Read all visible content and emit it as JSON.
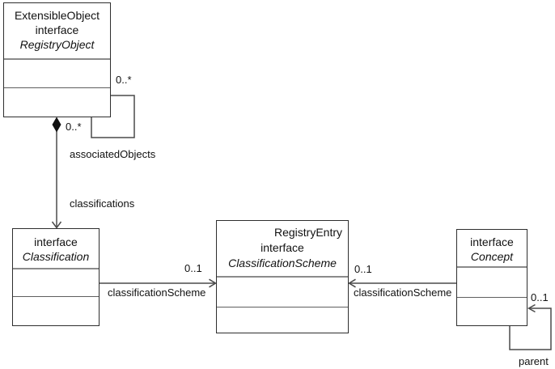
{
  "classes": {
    "registry_object": {
      "extends_label": "ExtensibleObject",
      "stereotype": "interface",
      "name": "RegistryObject"
    },
    "classification": {
      "stereotype": "interface",
      "name": "Classification"
    },
    "classification_scheme": {
      "extends_label": "RegistryEntry",
      "stereotype": "interface",
      "name": "ClassificationScheme"
    },
    "concept": {
      "stereotype": "interface",
      "name": "Concept"
    }
  },
  "labels": {
    "associated_objects": {
      "role": "associatedObjects",
      "mult_top": "0..*",
      "mult_bottom": "0..*"
    },
    "classifications": {
      "role": "classifications"
    },
    "classification_scheme_left": {
      "role": "classificationScheme",
      "mult": "0..1"
    },
    "classification_scheme_right": {
      "role": "classificationScheme",
      "mult": "0..1"
    },
    "parent": {
      "role": "parent",
      "mult": "0..1"
    }
  },
  "colors": {
    "background": "#ffffff",
    "box_border": "#2e2e2e",
    "compartment_divider": "#8a8a8a",
    "connector_line": "#4a4a4a",
    "text": "#111111"
  }
}
